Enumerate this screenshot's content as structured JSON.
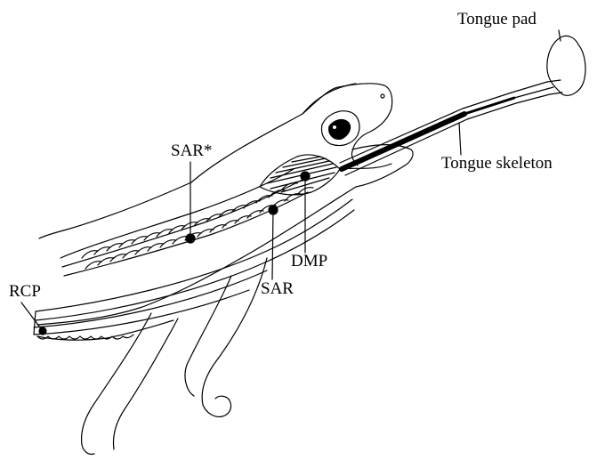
{
  "labels": {
    "tongue_pad": "Tongue pad",
    "tongue_skeleton": "Tongue skeleton",
    "sar_star": "SAR*",
    "dmp": "DMP",
    "sar": "SAR",
    "rcp": "RCP"
  },
  "colors": {
    "ink": "#000000",
    "background": "#ffffff"
  }
}
